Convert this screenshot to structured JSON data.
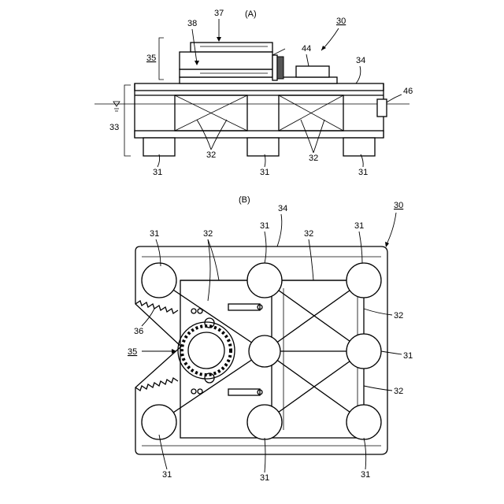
{
  "figure": {
    "view_a": {
      "caption": "(A)",
      "labels": {
        "ref_30": "30",
        "ref_37": "37",
        "ref_38": "38",
        "ref_35": "35",
        "ref_44": "44",
        "ref_34": "34",
        "ref_46": "46",
        "ref_33": "33",
        "ref_32_left": "32",
        "ref_32_right": "32",
        "ref_31_left": "31",
        "ref_31_mid": "31",
        "ref_31_right": "31"
      }
    },
    "view_b": {
      "caption": "(B)",
      "labels": {
        "ref_30": "30",
        "ref_34": "34",
        "ref_31_tl": "31",
        "ref_32_tl": "32",
        "ref_31_tm": "31",
        "ref_32_tm": "32",
        "ref_31_tr": "31",
        "ref_32_r1": "32",
        "ref_36": "36",
        "ref_35": "35",
        "ref_31_mr": "31",
        "ref_32_r2": "32",
        "ref_31_bl": "31",
        "ref_31_bm": "31",
        "ref_31_br": "31"
      }
    }
  }
}
